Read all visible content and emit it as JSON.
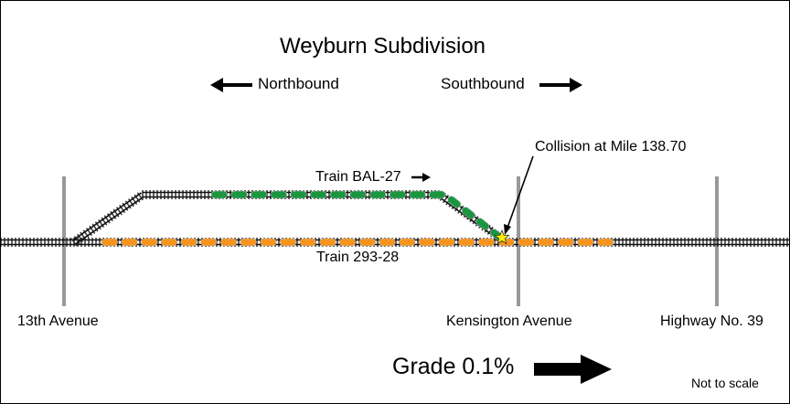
{
  "title": "Weyburn Subdivision",
  "directions": {
    "northbound": "Northbound",
    "southbound": "Southbound"
  },
  "collision_label": "Collision at Mile 138.70",
  "trains": [
    {
      "name": "Train BAL-27",
      "color": "#1a9641",
      "cars_on_siding": 12,
      "cars_on_turnout": 4
    },
    {
      "name": "Train 293-28",
      "color": "#f7941d",
      "cars": 26
    }
  ],
  "locations": [
    "13th Avenue",
    "Kensington Avenue",
    "Highway No. 39"
  ],
  "grade_label": "Grade 0.1%",
  "scale_note": "Not to scale",
  "colors": {
    "marker": "#999999",
    "collision_star": "#ffef00"
  }
}
